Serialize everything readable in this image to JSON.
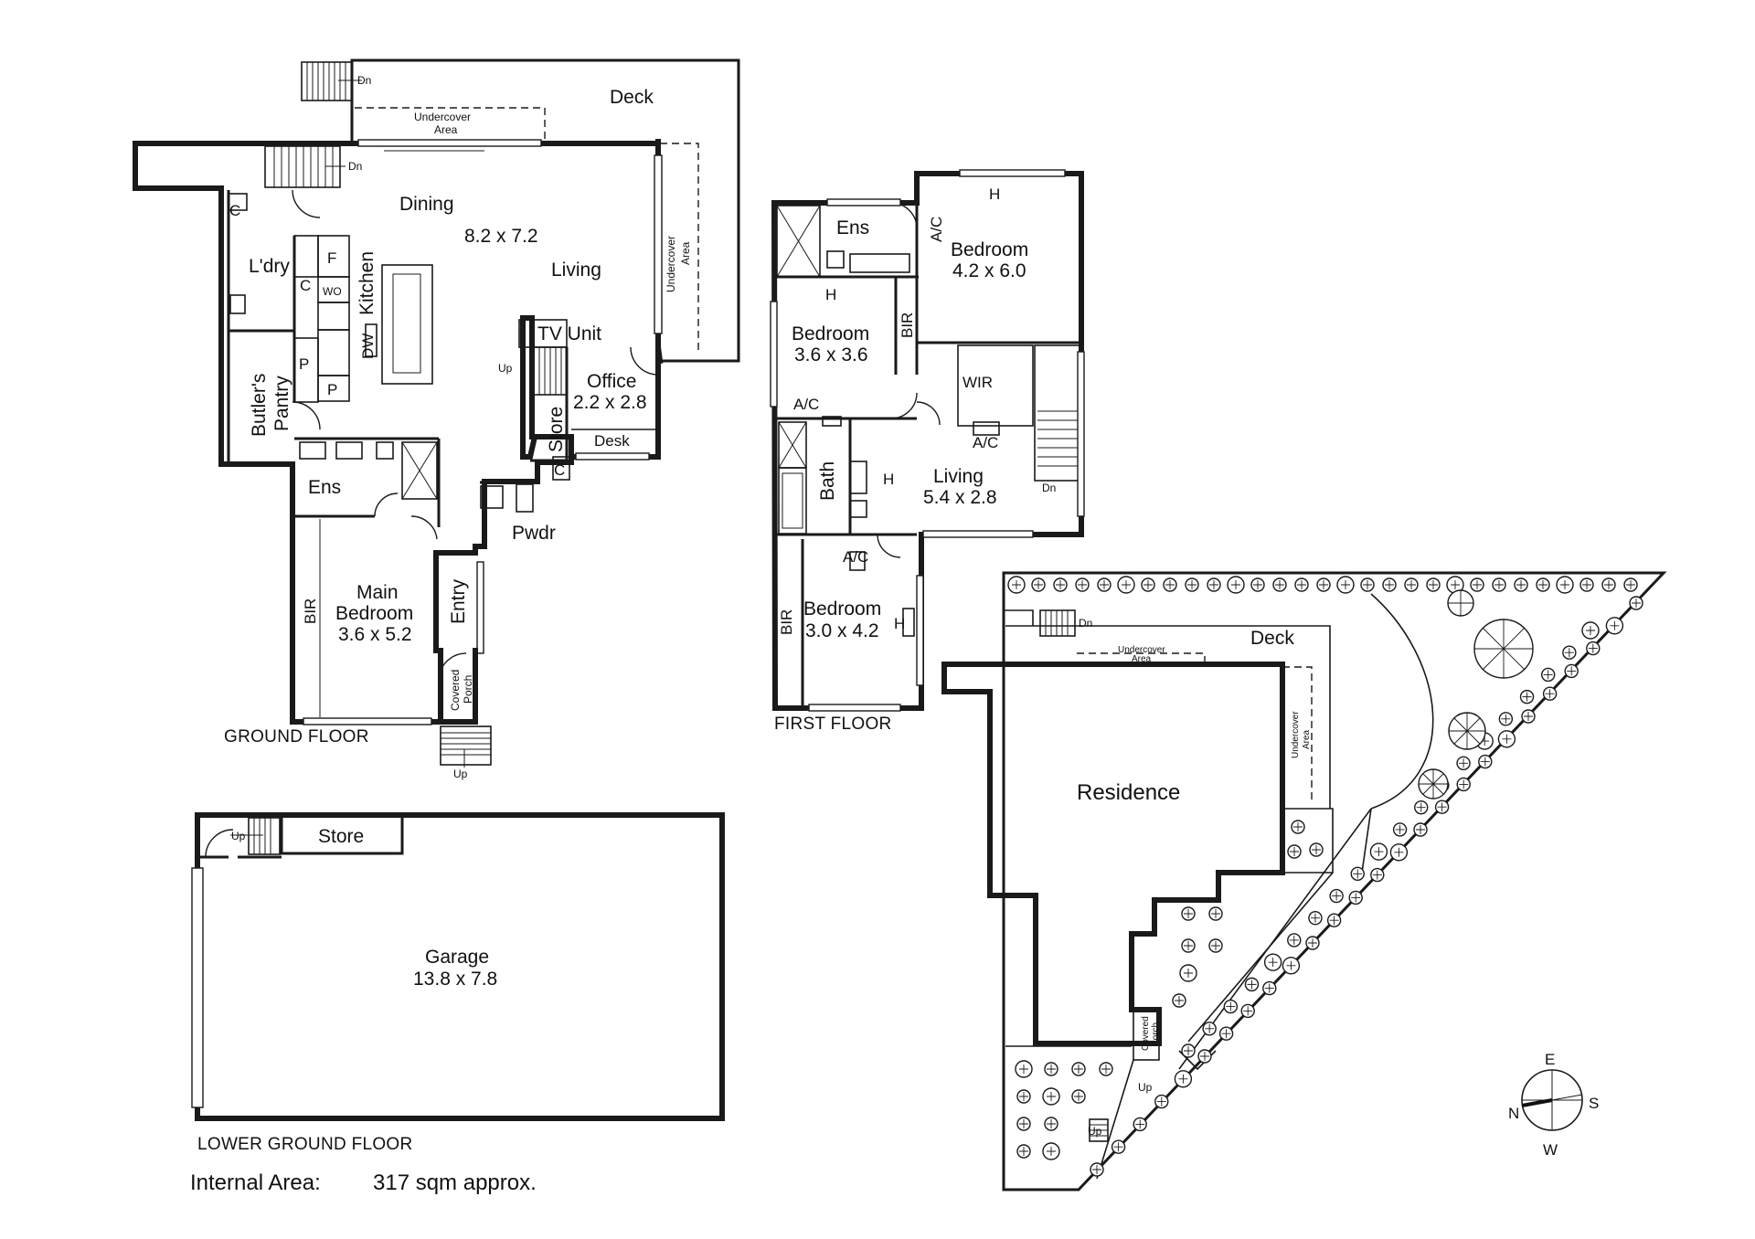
{
  "labels": {
    "deck": "Deck",
    "undercover_area": "Undercover",
    "undercover_area_2": "Area",
    "dn": "Dn",
    "up": "Up",
    "dining": "Dining",
    "dining_dims": "8.2 x 7.2",
    "living": "Living",
    "kitchen": "Kitchen",
    "laundry": "L'dry",
    "c": "C",
    "f": "F",
    "wo": "WO",
    "dw": "DW",
    "p": "P",
    "butlers_pantry_1": "Butler's",
    "butlers_pantry_2": "Pantry",
    "tv_unit": "TV Unit",
    "office": "Office",
    "office_dims": "2.2 x 2.8",
    "store": "Store",
    "desk": "Desk",
    "ens": "Ens",
    "pwdr": "Pwdr",
    "entry": "Entry",
    "bir": "BIR",
    "main_bedroom_1": "Main",
    "main_bedroom_2": "Bedroom",
    "main_bedroom_dims": "3.6 x 5.2",
    "covered_porch_1": "Covered",
    "covered_porch_2": "Porch",
    "ground_floor": "GROUND FLOOR",
    "h": "H",
    "ac": "A/C",
    "bedroom": "Bedroom",
    "bedroom1_dims": "4.2 x 6.0",
    "bedroom2_dims": "3.6 x 3.6",
    "bedroom3_dims": "3.0 x 4.2",
    "wir": "WIR",
    "bath": "Bath",
    "living_dims": "5.4 x 2.8",
    "first_floor": "FIRST FLOOR",
    "garage": "Garage",
    "garage_dims": "13.8 x 7.8",
    "lower_ground_floor": "LOWER GROUND FLOOR",
    "residence": "Residence",
    "internal_area_label": "Internal Area:",
    "internal_area_value": "317 sqm approx.",
    "compass_n": "N",
    "compass_e": "E",
    "compass_s": "S",
    "compass_w": "W"
  }
}
